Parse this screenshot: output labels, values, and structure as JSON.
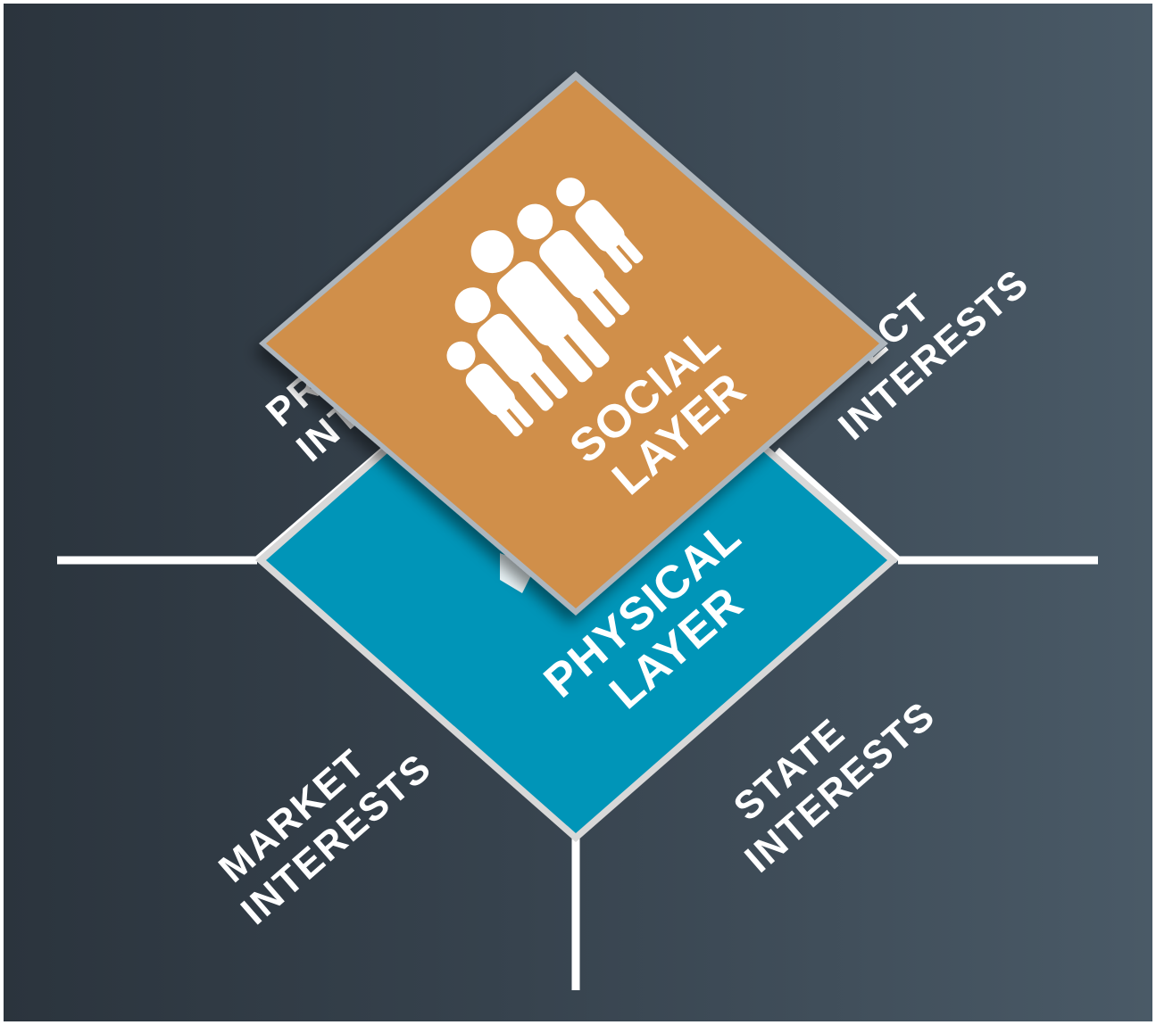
{
  "layers": {
    "social": {
      "line1": "SOCIAL",
      "line2": "LAYER"
    },
    "physical": {
      "line1": "PHYSICAL",
      "line2": "LAYER"
    }
  },
  "interests": {
    "market": {
      "line1": "MARKET",
      "line2": "INTERESTS"
    },
    "state": {
      "line1": "STATE",
      "line2": "INTERESTS"
    },
    "top_left_partial": {
      "line1": "PR",
      "line2": "INT"
    },
    "top_right_partial": {
      "line1": "ECT",
      "line2": "INTERESTS"
    }
  },
  "icons": {
    "people": "people-group-icon"
  },
  "colors": {
    "social": "#d08f4a",
    "physical": "#0095b8",
    "background": "#333e48",
    "lines": "#ffffff"
  }
}
